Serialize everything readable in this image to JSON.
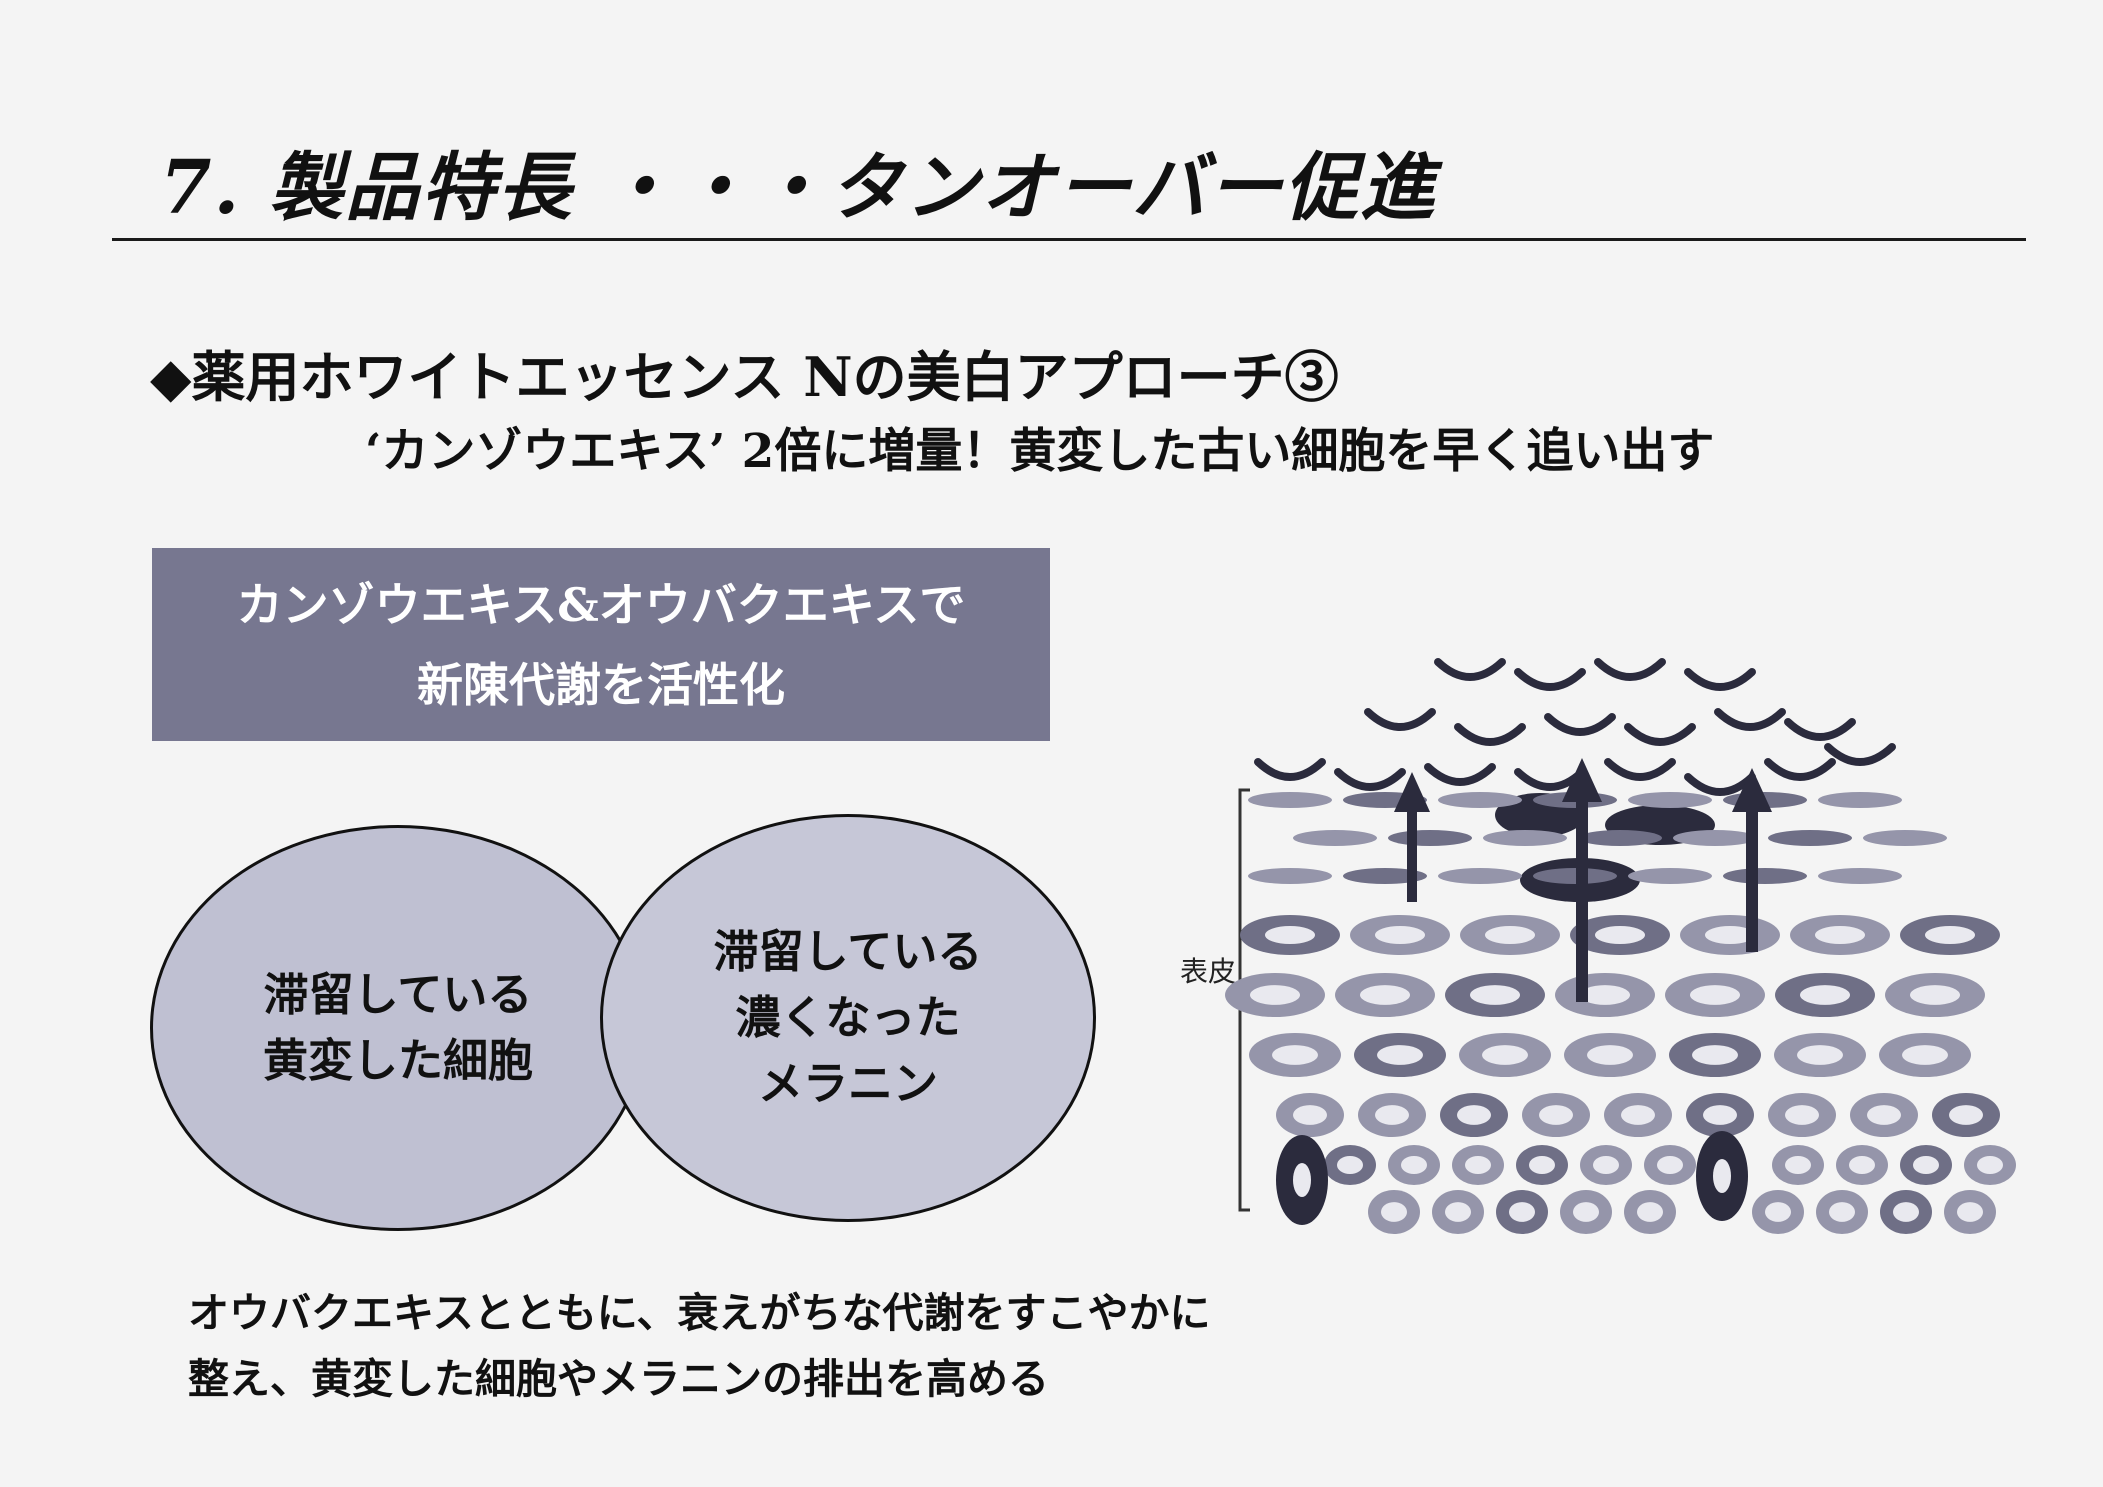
{
  "slide": {
    "title": "7. 製品特長 ・・・タンオーバー促進",
    "heading": "◆薬用ホワイトエッセンス Nの美白アプローチ③",
    "subheading": "‘カンゾウエキス’ 2倍に増量！黄変した古い細胞を早く追い出す"
  },
  "banner": {
    "line1": "カンゾウエキス&オウバクエキスで",
    "line2": "新陳代謝を活性化"
  },
  "circle_left": {
    "line1": "滞留している",
    "line2": "黄変した細胞"
  },
  "circle_right": {
    "line1": "滞留している",
    "line2": "濃くなった",
    "line3": "メラニン"
  },
  "footer": {
    "line1": "オウバクエキスとともに、衰えがちな代謝をすこやかに",
    "line2": "整え、黄変した細胞やメラニンの排出を高める"
  },
  "diagram": {
    "label": "表皮",
    "colors": {
      "dark": "#2b2b3d",
      "medium": "#6f6f86",
      "light": "#9595aa",
      "pale": "#e9e9ef"
    }
  }
}
